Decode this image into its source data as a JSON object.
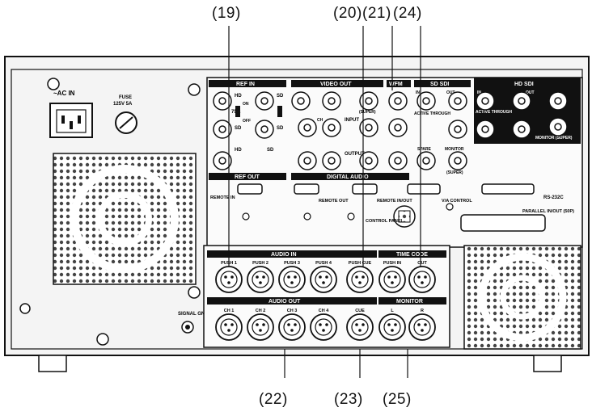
{
  "callouts": {
    "top": [
      "(19)",
      "(20)",
      "(21)",
      "(24)"
    ],
    "bottom": [
      "(22)",
      "(23)",
      "(25)"
    ]
  },
  "power": {
    "ac_in": "~AC IN",
    "fuse": "FUSE",
    "fuse_rating": "125V 5A"
  },
  "panel_labels": {
    "ref_in": "REF IN",
    "hd": "HD",
    "sd": "SD",
    "ohm": "75Ω",
    "on": "ON",
    "off": "OFF",
    "video_out": "VIDEO OUT",
    "super": "(SUPER)",
    "input": "INPUT",
    "output": "OUTPUT",
    "ch": "CH",
    "wfm": "WFM",
    "sd_sdi": "SD SDI",
    "hd_sdi": "HD SDI",
    "in": "IN",
    "out": "OUT",
    "active_through": "ACTIVE THROUGH",
    "spare": "SPARE",
    "monitor": "MONITOR",
    "monitor_super": "MONITOR (SUPER)",
    "ref_out": "REF OUT",
    "digital_audio": "DIGITAL AUDIO",
    "remote_in": "REMOTE IN",
    "remote_out": "REMOTE OUT",
    "remote_inout": "REMOTE IN/OUT",
    "va_control": "V/A CONTROL",
    "rs232c": "RS-232C",
    "parallel": "PARALLEL IN/OUT (50P)",
    "control_panel": "CONTROL PANEL",
    "signal_gnd": "SIGNAL GND"
  },
  "audio_in": {
    "title": "AUDIO IN",
    "jacks": [
      "PUSH 1",
      "PUSH 2",
      "PUSH 3",
      "PUSH 4",
      "PUSH CUE"
    ]
  },
  "time_code": {
    "title": "TIME CODE",
    "jacks": [
      "PUSH IN",
      "OUT"
    ]
  },
  "audio_out": {
    "title": "AUDIO OUT",
    "jacks": [
      "CH 1",
      "CH 2",
      "CH 3",
      "CH 4",
      "CUE"
    ]
  },
  "monitor_out": {
    "title": "MONITOR",
    "jacks": [
      "L",
      "R"
    ]
  }
}
